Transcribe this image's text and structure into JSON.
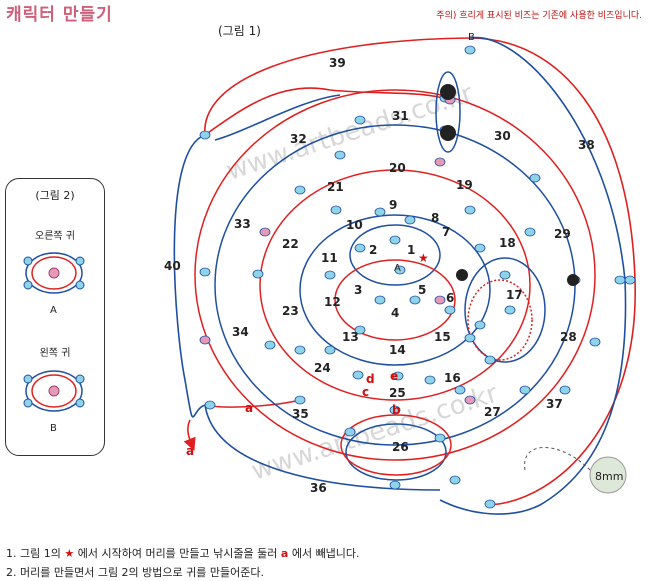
{
  "title": "캐릭터 만들기",
  "note": "주의) 흐리게 표시된 비즈는 기존에 사용한 비즈입니다.",
  "figure1_label": "(그림 1)",
  "figure2": {
    "title": "(그림 2)",
    "right_ear": "오른쪽 귀",
    "left_ear": "왼쪽 귀",
    "marker_a": "A",
    "marker_b": "B"
  },
  "cell_numbers": [
    "1",
    "2",
    "3",
    "4",
    "5",
    "6",
    "7",
    "8",
    "9",
    "10",
    "11",
    "12",
    "13",
    "14",
    "15",
    "16",
    "17",
    "18",
    "19",
    "20",
    "21",
    "22",
    "23",
    "24",
    "25",
    "26",
    "27",
    "28",
    "29",
    "30",
    "31",
    "32",
    "33",
    "34",
    "35",
    "36",
    "37",
    "38",
    "39",
    "40"
  ],
  "markers": {
    "A": "A",
    "B": "B",
    "a": "a",
    "b": "b",
    "c": "c",
    "d": "d",
    "e": "e"
  },
  "bead_size_label": "8mm",
  "watermark": "www.artbeads.co.kr",
  "instructions": {
    "line1_prefix": "1. 그림 1의",
    "line1_star": "★",
    "line1_mid": "에서 시작하여 머리를 만들고 낚시줄을 둘러",
    "line1_a": "a",
    "line1_suffix": "에서 빼냅니다.",
    "line2": "2. 머리를 만들면서 그림 2의 방법으로 귀를 만들어준다."
  },
  "colors": {
    "red_thread": "#e02020",
    "blue_thread": "#1f4fa0",
    "bead_fill": "#8fd3e8",
    "bead_pink": "#e59ab8",
    "black_bead": "#222222",
    "title": "#d0607a"
  }
}
